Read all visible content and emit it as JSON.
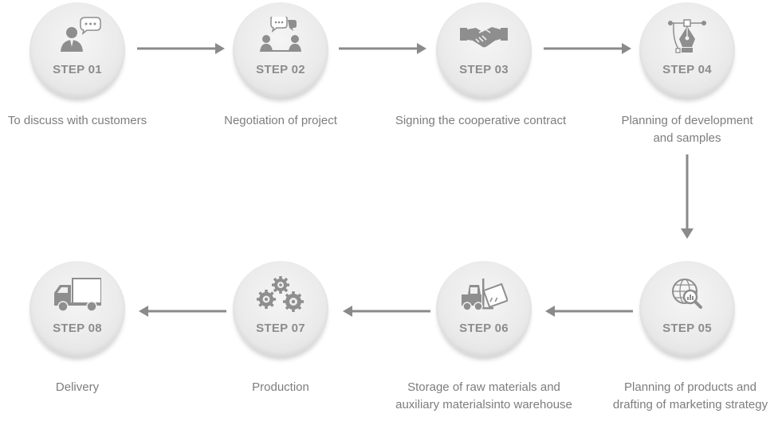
{
  "steps": [
    {
      "label": "STEP 01",
      "caption": "To discuss with customers",
      "icon": "customer-chat-icon"
    },
    {
      "label": "STEP 02",
      "caption": "Negotiation of project",
      "icon": "negotiation-icon"
    },
    {
      "label": "STEP 03",
      "caption": "Signing the cooperative contract",
      "icon": "handshake-icon"
    },
    {
      "label": "STEP 04",
      "caption": "Planning of development\nand samples",
      "icon": "pen-tool-icon"
    },
    {
      "label": "STEP 05",
      "caption": "Planning of products and\ndrafting of marketing strategy",
      "icon": "globe-search-icon"
    },
    {
      "label": "STEP 06",
      "caption": "Storage of raw materials and\nauxiliary materialsinto warehouse",
      "icon": "forklift-icon"
    },
    {
      "label": "STEP 07",
      "caption": "Production",
      "icon": "gears-icon"
    },
    {
      "label": "STEP 08",
      "caption": "Delivery",
      "icon": "truck-icon"
    }
  ],
  "colors": {
    "circle": "#ebebeb",
    "icon": "#8e8e8e",
    "label": "#8c8c8c",
    "caption": "#7d7d7d",
    "arrow": "#8a8a8a"
  }
}
